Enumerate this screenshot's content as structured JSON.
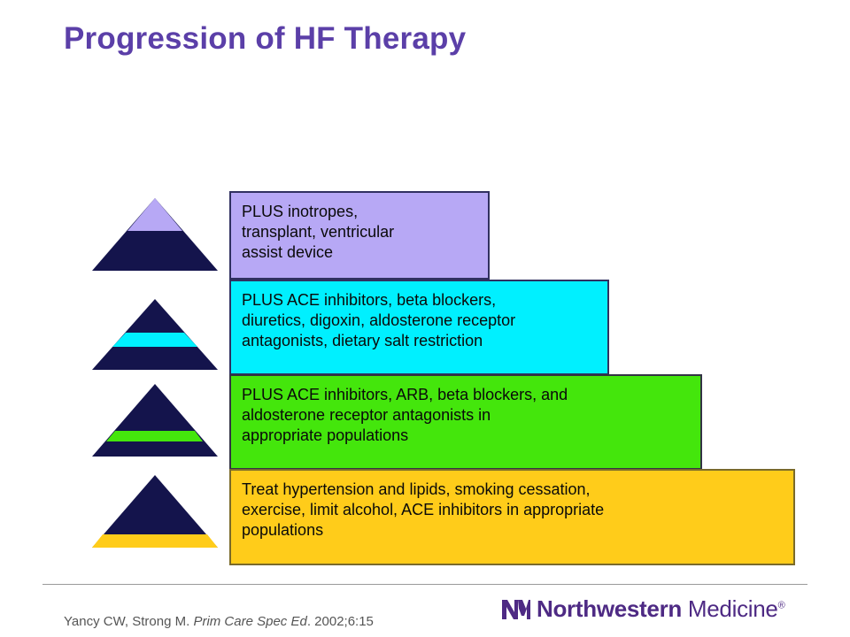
{
  "title": "Progression of HF Therapy",
  "steps": [
    {
      "level": 4,
      "text": "PLUS inotropes, transplant, ventricular assist device",
      "lines": [
        "PLUS inotropes,",
        "transplant, ventricular",
        "assist device"
      ],
      "color": "#b7a8f5"
    },
    {
      "level": 3,
      "text": "PLUS ACE inhibitors, beta blockers, diuretics, digoxin, aldosterone receptor antagonists, dietary salt restriction",
      "lines": [
        "PLUS ACE inhibitors, beta blockers,",
        "diuretics, digoxin, aldosterone receptor",
        "antagonists, dietary salt restriction"
      ],
      "color": "#00f0ff"
    },
    {
      "level": 2,
      "text": "PLUS ACE inhibitors, ARB, beta blockers, and aldosterone receptor antagonists in appropriate populations",
      "lines": [
        "PLUS ACE inhibitors, ARB, beta blockers, and",
        "aldosterone receptor antagonists in",
        "appropriate populations"
      ],
      "color": "#44e60c"
    },
    {
      "level": 1,
      "text": "Treat hypertension and lipids, smoking cessation, exercise, limit alcohol, ACE inhibitors in appropriate populations",
      "lines": [
        "Treat hypertension and lipids, smoking cessation,",
        "exercise, limit alcohol, ACE inhibitors in appropriate",
        "populations"
      ],
      "color": "#ffcc1a"
    }
  ],
  "pyramid_base_color": "#14144c",
  "citation": {
    "authors": "Yancy CW, Strong M. ",
    "journal": "Prim Care Spec Ed",
    "rest": ". 2002;6:15"
  },
  "logo": {
    "mark": "NM",
    "brand_bold": "Northwestern",
    "brand_light": " Medicine",
    "registered": "®",
    "color": "#4e2a84"
  }
}
